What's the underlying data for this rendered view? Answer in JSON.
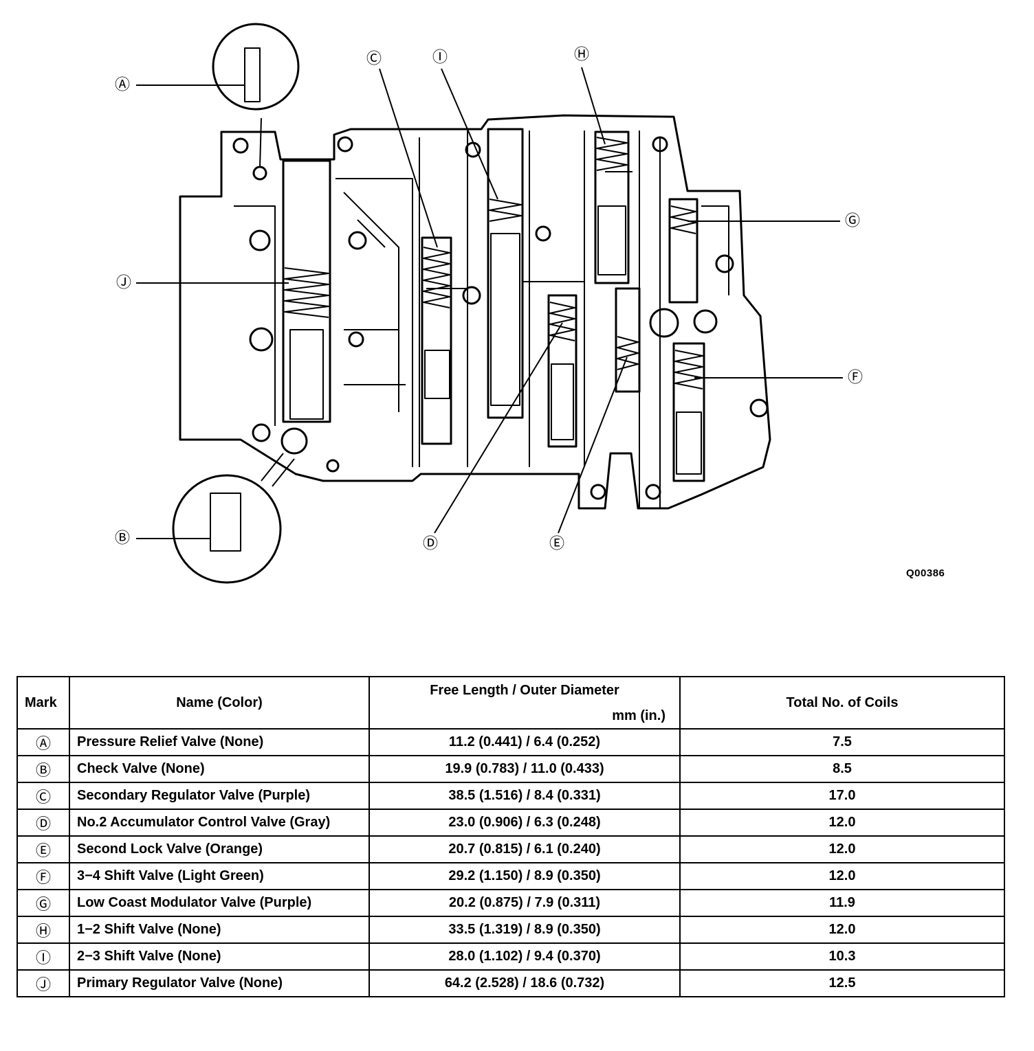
{
  "diagram": {
    "figure_code": "Q00386",
    "callouts": {
      "A": "Ⓐ",
      "B": "Ⓑ",
      "C": "Ⓒ",
      "D": "Ⓓ",
      "E": "Ⓔ",
      "F": "Ⓕ",
      "G": "Ⓖ",
      "H": "Ⓗ",
      "I": "Ⓘ",
      "J": "Ⓙ"
    }
  },
  "table": {
    "headers": {
      "mark": "Mark",
      "name": "Name (Color)",
      "dim_line1": "Free Length / Outer Diameter",
      "dim_line2": "mm (in.)",
      "coils": "Total No. of Coils"
    },
    "rows": [
      {
        "mark": "Ⓐ",
        "name": "Pressure Relief Valve (None)",
        "dim": "11.2 (0.441) / 6.4 (0.252)",
        "coils": "7.5"
      },
      {
        "mark": "Ⓑ",
        "name": "Check Valve (None)",
        "dim": "19.9 (0.783) / 11.0 (0.433)",
        "coils": "8.5"
      },
      {
        "mark": "Ⓒ",
        "name": "Secondary Regulator Valve (Purple)",
        "dim": "38.5 (1.516) / 8.4 (0.331)",
        "coils": "17.0"
      },
      {
        "mark": "Ⓓ",
        "name": "No.2 Accumulator Control Valve (Gray)",
        "dim": "23.0 (0.906) / 6.3 (0.248)",
        "coils": "12.0"
      },
      {
        "mark": "Ⓔ",
        "name": "Second Lock Valve (Orange)",
        "dim": "20.7 (0.815) / 6.1 (0.240)",
        "coils": "12.0"
      },
      {
        "mark": "Ⓕ",
        "name": "3−4 Shift Valve (Light Green)",
        "dim": "29.2 (1.150) / 8.9 (0.350)",
        "coils": "12.0"
      },
      {
        "mark": "Ⓖ",
        "name": "Low Coast Modulator Valve (Purple)",
        "dim": "20.2 (0.875) / 7.9 (0.311)",
        "coils": "11.9"
      },
      {
        "mark": "Ⓗ",
        "name": "1−2 Shift Valve (None)",
        "dim": "33.5 (1.319) / 8.9 (0.350)",
        "coils": "12.0"
      },
      {
        "mark": "Ⓘ",
        "name": "2−3 Shift Valve (None)",
        "dim": "28.0 (1.102) / 9.4 (0.370)",
        "coils": "10.3"
      },
      {
        "mark": "Ⓙ",
        "name": "Primary Regulator Valve (None)",
        "dim": "64.2 (2.528) / 18.6 (0.732)",
        "coils": "12.5"
      }
    ]
  }
}
